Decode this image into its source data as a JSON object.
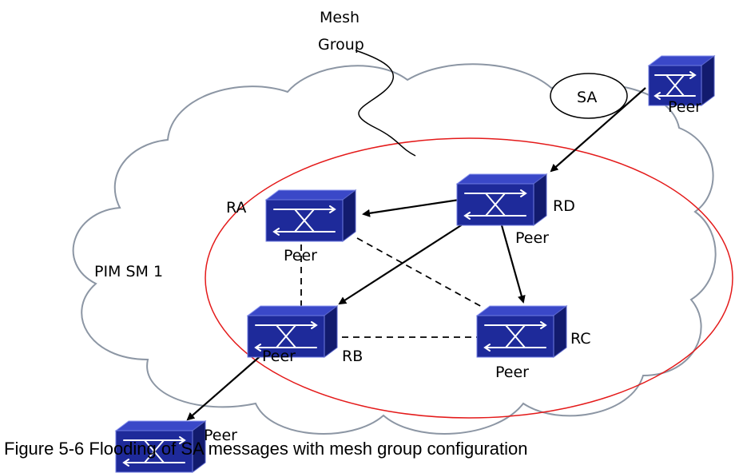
{
  "diagram": {
    "mesh_group_label_line1": "Mesh",
    "mesh_group_label_line2": "Group",
    "sa_label": "SA",
    "domain_label": "PIM SM 1",
    "routers": {
      "external_top": {
        "peer_label": "Peer"
      },
      "ra": {
        "name": "RA",
        "peer_label": "Peer"
      },
      "rb": {
        "name": "RB",
        "peer_label": "Peer"
      },
      "rc": {
        "name": "RC",
        "peer_label": "Peer"
      },
      "rd": {
        "name": "RD",
        "peer_label": "Peer"
      },
      "external_bottom": {
        "peer_label": "Peer"
      }
    },
    "caption": "Figure 5-6 Flooding of SA messages with mesh group configuration",
    "colors": {
      "router_front": "#1e2a9a",
      "router_top": "#3a48c8",
      "router_side": "#121b6e",
      "mesh_ellipse": "#e41a1a",
      "cloud_outline": "#8c96a4"
    }
  }
}
